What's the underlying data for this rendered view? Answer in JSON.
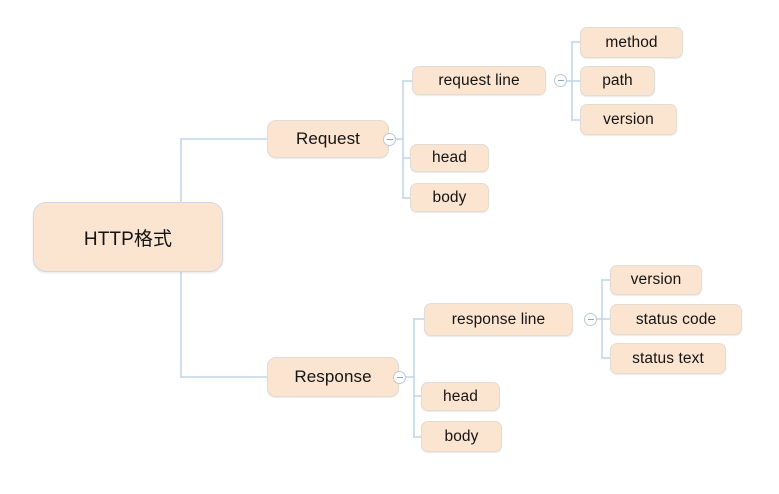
{
  "diagram": {
    "type": "mind-map",
    "title": "HTTP格式",
    "background_color": "#ffffff",
    "node_fill_color": "#fbe5d0",
    "node_border_color": "#e2dcd6",
    "connector_color": "#c3d7ea",
    "text_color": "#141414"
  },
  "root": {
    "label": "HTTP格式"
  },
  "branches": [
    {
      "label": "Request",
      "toggle": "collapse-toggle",
      "children": [
        {
          "label": "request line",
          "toggle": "collapse-toggle",
          "children": [
            {
              "label": "method"
            },
            {
              "label": "path"
            },
            {
              "label": "version"
            }
          ]
        },
        {
          "label": "head",
          "children": []
        },
        {
          "label": "body",
          "children": []
        }
      ]
    },
    {
      "label": "Response",
      "toggle": "collapse-toggle",
      "children": [
        {
          "label": "response line",
          "toggle": "collapse-toggle",
          "children": [
            {
              "label": "version"
            },
            {
              "label": "status code"
            },
            {
              "label": "status text"
            }
          ]
        },
        {
          "label": "head",
          "children": []
        },
        {
          "label": "body",
          "children": []
        }
      ]
    }
  ]
}
